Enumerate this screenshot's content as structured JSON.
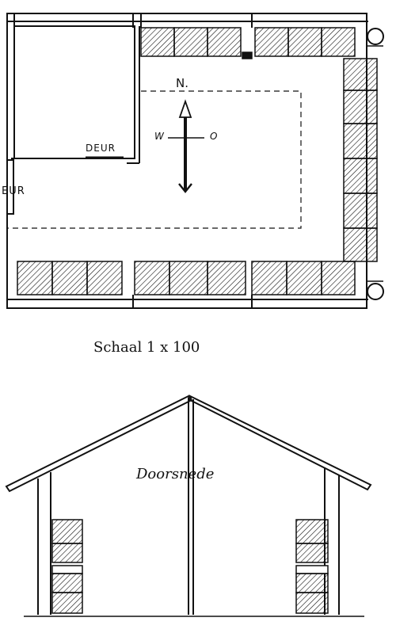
{
  "plan": {
    "north": "N.",
    "west": "W",
    "east": "O",
    "door_label_1": "DEUR",
    "door_label_2": "EUR",
    "scale": "Schaal  1 x 100"
  },
  "section": {
    "title": "Doorsnede"
  },
  "colors": {
    "ink": "#111111",
    "paper": "#ffffff"
  }
}
